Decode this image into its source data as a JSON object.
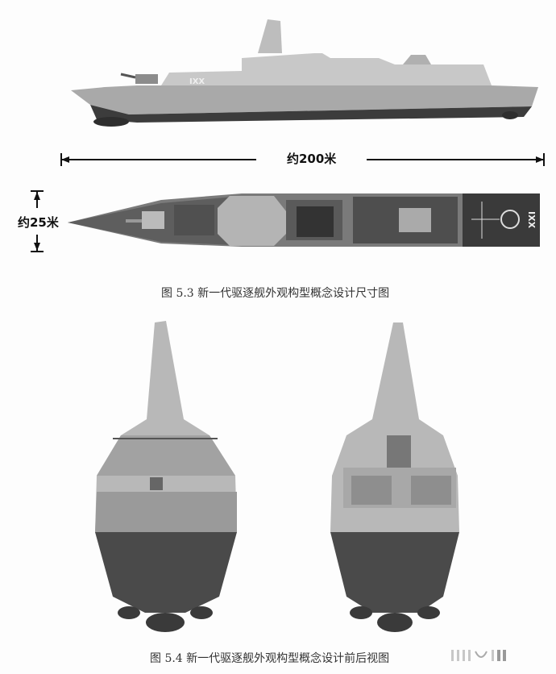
{
  "figure_5_3": {
    "length_label": "约200米",
    "width_label": "约25米",
    "hull_marking": "IXX",
    "caption": "图 5.3  新一代驱逐舰外观构型概念设计尺寸图"
  },
  "figure_5_4": {
    "caption": "图 5.4  新一代驱逐舰外观构型概念设计前后视图"
  },
  "watermark": "logo mark",
  "colors": {
    "hull_light": "#b9b9b9",
    "hull_dark": "#5a5a5a",
    "deck": "#6e6e6e",
    "background": "#fdfdfd"
  }
}
